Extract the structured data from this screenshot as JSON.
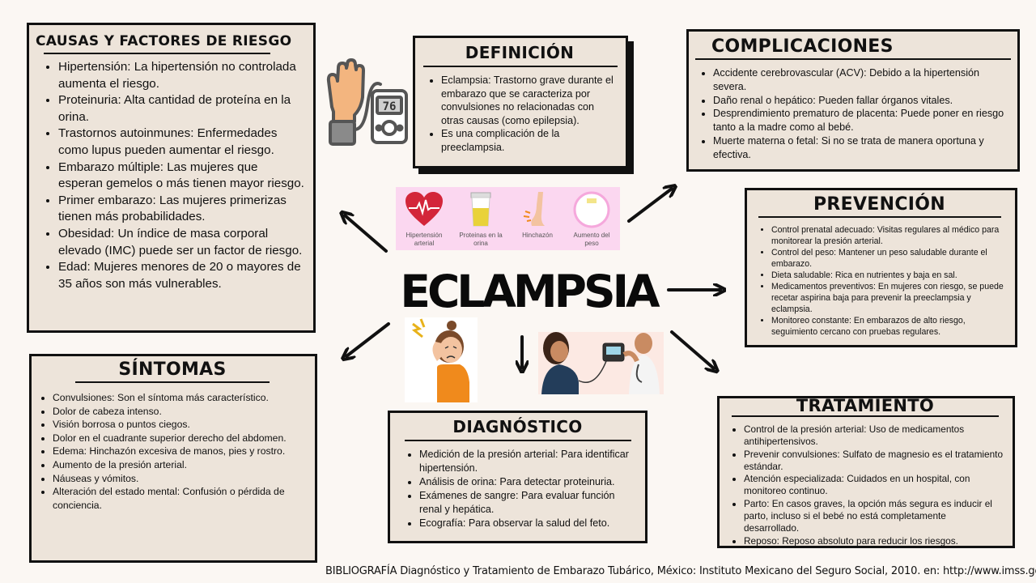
{
  "main_title": "ECLAMPSIA",
  "causas": {
    "title": "CAUSAS Y FACTORES DE RIESGO",
    "items": [
      "Hipertensión: La hipertensión no controlada aumenta el riesgo.",
      "Proteinuria: Alta cantidad de proteína en la orina.",
      "Trastornos autoinmunes: Enfermedades como lupus pueden aumentar el riesgo.",
      "Embarazo múltiple: Las mujeres que esperan gemelos o más tienen mayor riesgo.",
      "Primer embarazo: Las mujeres primerizas tienen más probabilidades.",
      "Obesidad: Un índice de masa corporal elevado (IMC) puede ser un factor de riesgo.",
      "Edad: Mujeres menores de 20 o mayores de 35 años son más vulnerables."
    ]
  },
  "definicion": {
    "title": "DEFINICIÓN",
    "items": [
      "Eclampsia: Trastorno grave durante el embarazo que se caracteriza por convulsiones no relacionadas con otras causas (como epilepsia).",
      "Es una complicación de la preeclampsia."
    ]
  },
  "complicaciones": {
    "title": "COMPLICACIONES",
    "items": [
      "Accidente cerebrovascular (ACV): Debido a la hipertensión severa.",
      "Daño renal o hepático: Pueden fallar órganos vitales.",
      "Desprendimiento prematuro de placenta: Puede poner en riesgo tanto a la madre como al bebé.",
      "Muerte materna o fetal: Si no se trata de manera oportuna y efectiva."
    ]
  },
  "prevencion": {
    "title": "PREVENCIÓN",
    "items": [
      "Control prenatal adecuado: Visitas regulares al médico para monitorear la presión arterial.",
      "Control del peso: Mantener un peso saludable durante el embarazo.",
      "Dieta saludable: Rica en nutrientes y baja en sal.",
      "Medicamentos preventivos: En mujeres con riesgo, se puede recetar aspirina baja para prevenir la preeclampsia y eclampsia.",
      "Monitoreo constante: En embarazos de alto riesgo, seguimiento cercano con pruebas regulares."
    ]
  },
  "sintomas": {
    "title": "SÍNTOMAS",
    "items": [
      "Convulsiones: Son el síntoma más característico.",
      "Dolor de cabeza intenso.",
      "Visión borrosa o puntos ciegos.",
      "Dolor en el cuadrante superior derecho del abdomen.",
      "Edema: Hinchazón excesiva de manos, pies y rostro.",
      "Aumento de la presión arterial.",
      "Náuseas y vómitos.",
      "Alteración del estado mental: Confusión o pérdida de conciencia."
    ]
  },
  "diagnostico": {
    "title": "DIAGNÓSTICO",
    "items": [
      "Medición de la presión arterial: Para identificar hipertensión.",
      "Análisis de orina: Para detectar proteinuria.",
      "Exámenes de sangre: Para evaluar función renal y hepática.",
      "Ecografía: Para observar la salud del feto."
    ]
  },
  "tratamiento": {
    "title": "TRATAMIENTO",
    "items": [
      "Control de la presión arterial: Uso de medicamentos antihipertensivos.",
      "Prevenir convulsiones: Sulfato de magnesio es el tratamiento estándar.",
      "Atención especializada: Cuidados en un hospital, con monitoreo continuo.",
      "Parto: En casos graves, la opción más segura es inducir el parto, incluso si el bebé no está completamente desarrollado.",
      "Reposo: Reposo absoluto para reducir los riesgos."
    ]
  },
  "symptom_strip": {
    "captions": [
      "Hipertensión arterial",
      "Proteinas en la orina",
      "Hinchazón",
      "Aumento del peso"
    ]
  },
  "bp_monitor_reading": "76",
  "footer": "BIBLIOGRAFÍA Diagnóstico y Tratamiento de Embarazo Tubárico, México: Instituto Mexicano del Seguro Social, 2010. en: http://www.imss.gob",
  "colors": {
    "box_fill": "#ede4da",
    "background": "#fbf7f3",
    "strip_pink": "#fbd7f0",
    "heart_red": "#d3263a",
    "accent_orange": "#f08a1c"
  }
}
